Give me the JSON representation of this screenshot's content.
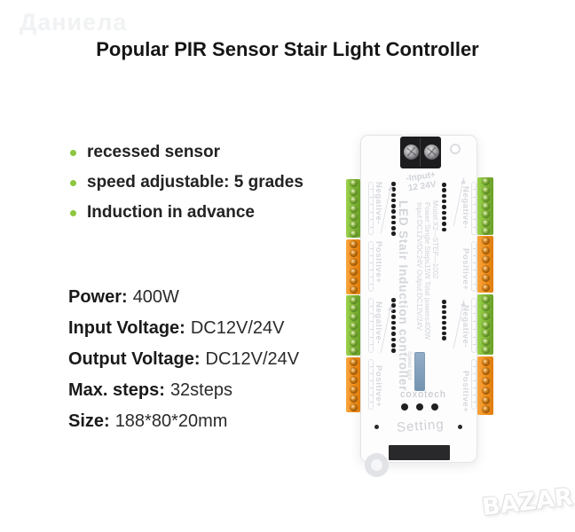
{
  "watermark": "Даниела",
  "title": "Popular PIR Sensor Stair Light Controller",
  "features": [
    {
      "label": "recessed sensor"
    },
    {
      "label": "speed adjustable: 5 grades"
    },
    {
      "label": "Induction in advance"
    }
  ],
  "specs": [
    {
      "label": "Power:",
      "value": "400W"
    },
    {
      "label": "Input Voltage:",
      "value": "DC12V/24V"
    },
    {
      "label": "Output Voltage:",
      "value": "DC12V/24V"
    },
    {
      "label": "Max. steps:",
      "value": "32steps"
    },
    {
      "label": "Size:",
      "value": "188*80*20mm"
    }
  ],
  "device": {
    "input_label": "-Input+\n12 24V",
    "product_line": "LED Stair Induction controller",
    "model_line": "Model:X2—STEP—1002",
    "power_line": "Power:Single Step≤15W Total power≤400W",
    "io_line": "Input:DC12V/DC24V Output:DC12V/24V",
    "speed_light_label": "Speed light",
    "brand": "coxotech",
    "setting_label": "Setting",
    "side_labels": [
      "Negative-",
      "Positive+",
      "Negative-",
      "Positive+"
    ],
    "colors": {
      "terminal_green": "#8dc63f",
      "terminal_orange": "#f7941e",
      "indicator_blue": "#7b9cbd"
    }
  },
  "store_logo": "BAZAR",
  "colors": {
    "bullet_green": "#8dc63f",
    "text_black": "#1a1a1a"
  }
}
